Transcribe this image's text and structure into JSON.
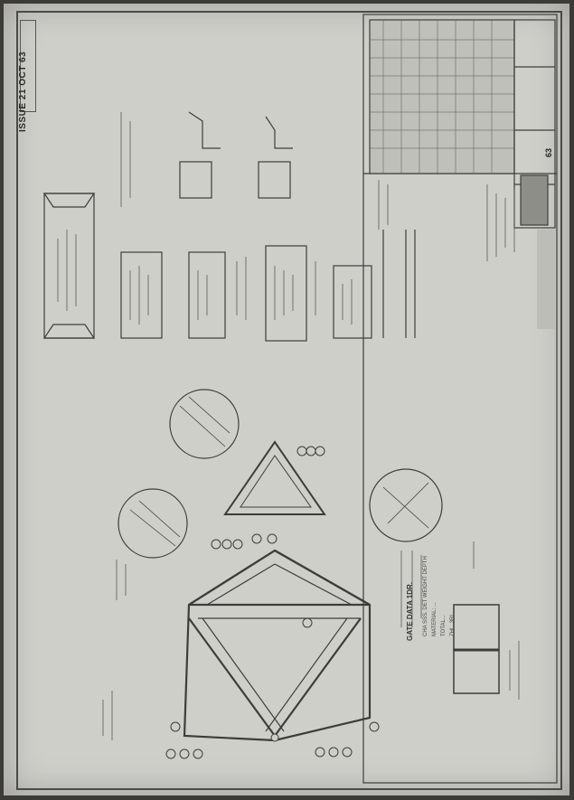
{
  "drawing": {
    "issue_label": "ISSUE",
    "issue_date": "21 OCT 63"
  },
  "general_notes": {
    "heading": "GATE DATA 1DR.",
    "lines": [
      "CHA SSS. DET WEIGHT DEPTH",
      "MATERIAL: ...",
      "TOTAL...",
      "ZHL. 3RL."
    ]
  },
  "title_block": {
    "sheet_no": "63"
  },
  "icons": {
    "balloon": "circle-callout-icon"
  }
}
